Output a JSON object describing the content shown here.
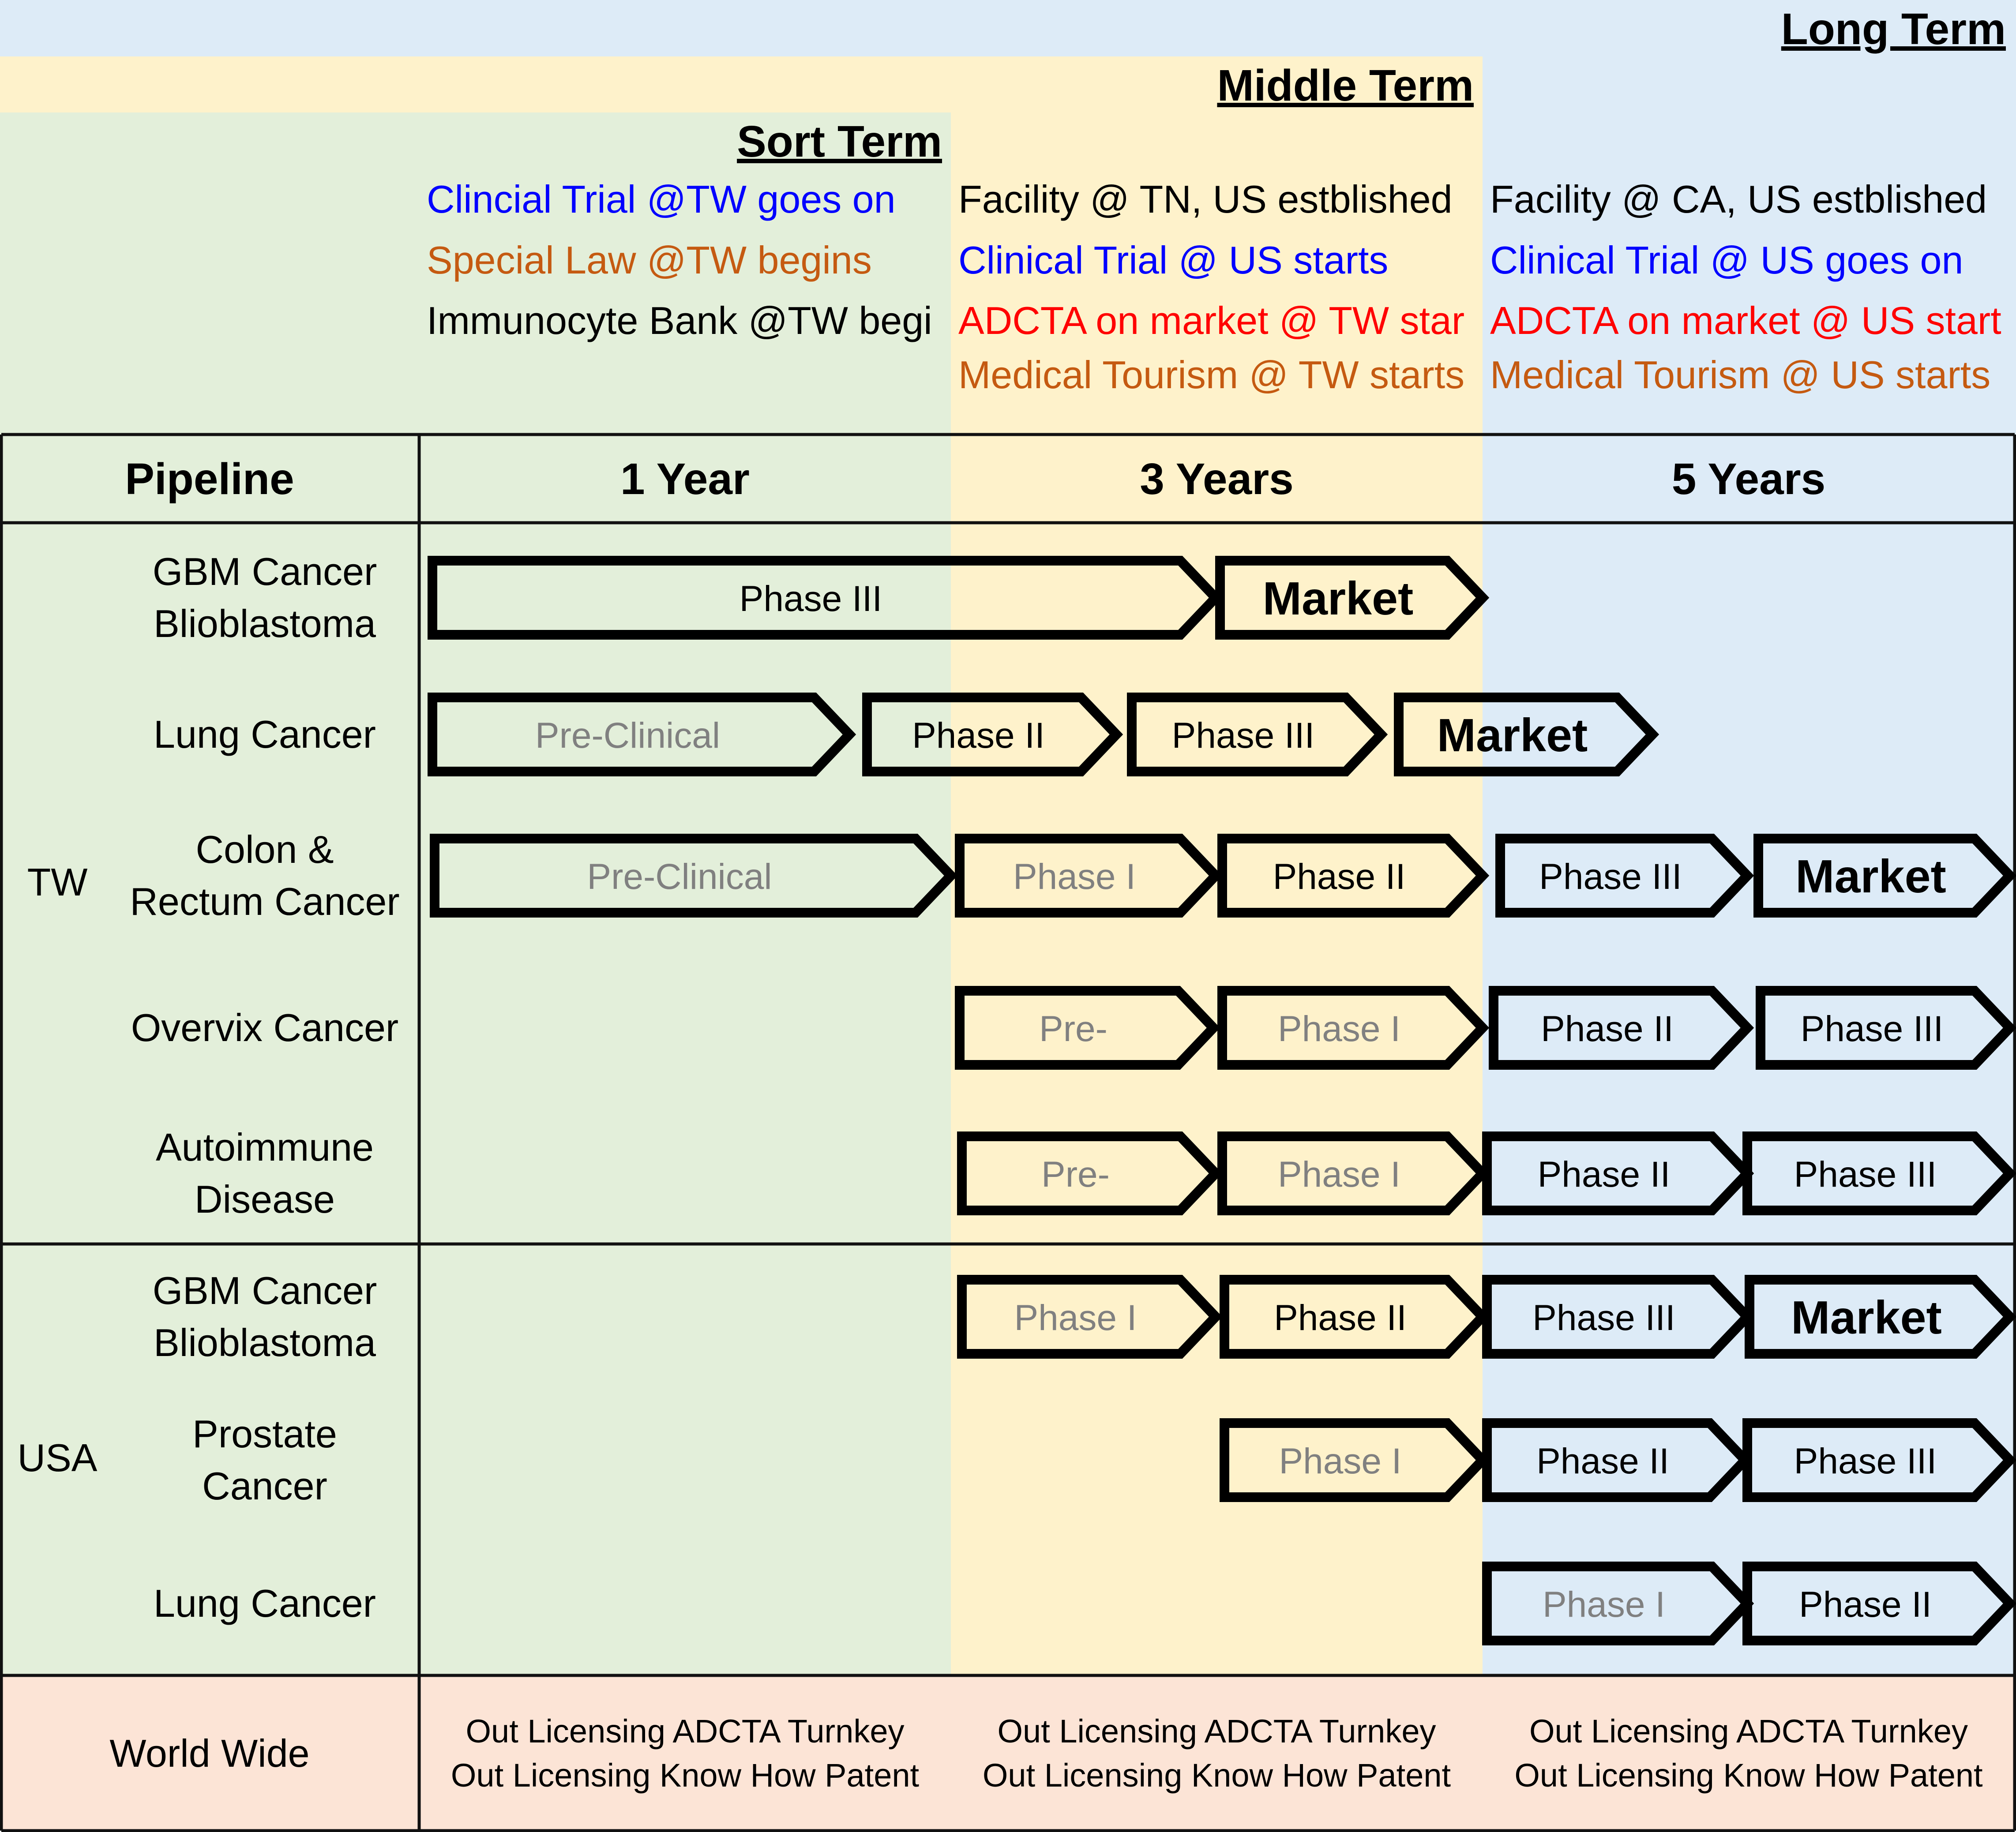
{
  "colors": {
    "short_bg": "#e3efda",
    "middle_bg": "#fef2cb",
    "long_bg": "#ddebf7",
    "worldwide_bg": "#fce4d6",
    "grid": "#111111",
    "blue": "#0000ff",
    "orange": "#c55a11",
    "red": "#ff0000",
    "black": "#000000",
    "gray": "#808080"
  },
  "terms": [
    {
      "id": "short",
      "title": "Sort Term"
    },
    {
      "id": "middle",
      "title": "Middle Term"
    },
    {
      "id": "long",
      "title": "Long Term"
    }
  ],
  "goals": {
    "short": [
      {
        "text": "Clincial Trial @TW goes on",
        "color": "blue"
      },
      {
        "text": "Special Law @TW begins",
        "color": "orange"
      },
      {
        "text": "Immunocyte Bank @TW begi",
        "color": "black"
      }
    ],
    "middle": [
      {
        "text": "Facility @ TN, US estblished",
        "color": "black"
      },
      {
        "text": "Clinical Trial @ US starts",
        "color": "blue"
      },
      {
        "text": "ADCTA on market @ TW star",
        "color": "red"
      },
      {
        "text": "Medical Tourism @ TW starts",
        "color": "orange"
      }
    ],
    "long": [
      {
        "text": "Facility @ CA, US estblished",
        "color": "black"
      },
      {
        "text": "Clinical Trial @ US goes on",
        "color": "blue"
      },
      {
        "text": "ADCTA on market @ US start",
        "color": "red"
      },
      {
        "text": "Medical Tourism @ US starts",
        "color": "orange"
      }
    ]
  },
  "header": {
    "pipeline": "Pipeline",
    "columns": [
      "1 Year",
      "3 Years",
      "5 Years"
    ]
  },
  "regions": [
    {
      "label": "TW",
      "rows": [
        {
          "label": [
            "GBM Cancer",
            "Blioblastoma"
          ],
          "stages": [
            {
              "label": "Phase III",
              "status": "active"
            },
            {
              "label": "Market",
              "status": "market"
            }
          ]
        },
        {
          "label": [
            "Lung Cancer"
          ],
          "stages": [
            {
              "label": "Pre-Clinical",
              "status": "planned"
            },
            {
              "label": "Phase II",
              "status": "active"
            },
            {
              "label": "Phase III",
              "status": "active"
            },
            {
              "label": "Market",
              "status": "market"
            }
          ]
        },
        {
          "label": [
            "Colon &",
            "Rectum Cancer"
          ],
          "stages": [
            {
              "label": "Pre-Clinical",
              "status": "planned"
            },
            {
              "label": "Phase I",
              "status": "planned"
            },
            {
              "label": "Phase II",
              "status": "active"
            },
            {
              "label": "Phase III",
              "status": "active"
            },
            {
              "label": "Market",
              "status": "market"
            }
          ]
        },
        {
          "label": [
            "Overvix Cancer"
          ],
          "stages": [
            {
              "label": "Pre-",
              "status": "planned"
            },
            {
              "label": "Phase I",
              "status": "planned"
            },
            {
              "label": "Phase II",
              "status": "active"
            },
            {
              "label": "Phase III",
              "status": "active"
            }
          ]
        },
        {
          "label": [
            "Autoimmune",
            "Disease"
          ],
          "stages": [
            {
              "label": "Pre-",
              "status": "planned"
            },
            {
              "label": "Phase I",
              "status": "planned"
            },
            {
              "label": "Phase II",
              "status": "active"
            },
            {
              "label": "Phase III",
              "status": "active"
            }
          ]
        }
      ]
    },
    {
      "label": "USA",
      "rows": [
        {
          "label": [
            "GBM Cancer",
            "Blioblastoma"
          ],
          "stages": [
            {
              "label": "Phase I",
              "status": "planned"
            },
            {
              "label": "Phase II",
              "status": "active"
            },
            {
              "label": "Phase III",
              "status": "active"
            },
            {
              "label": "Market",
              "status": "market"
            }
          ]
        },
        {
          "label": [
            "Prostate",
            "Cancer"
          ],
          "stages": [
            {
              "label": "Phase I",
              "status": "planned"
            },
            {
              "label": "Phase II",
              "status": "active"
            },
            {
              "label": "Phase III",
              "status": "active"
            }
          ]
        },
        {
          "label": [
            "Lung Cancer"
          ],
          "stages": [
            {
              "label": "Phase I",
              "status": "planned"
            },
            {
              "label": "Phase II",
              "status": "active"
            }
          ]
        }
      ]
    }
  ],
  "worldwide": {
    "label": "World Wide",
    "cells": [
      [
        "Out Licensing ADCTA Turnkey",
        "Out Licensing Know How Patent"
      ],
      [
        "Out Licensing ADCTA Turnkey",
        "Out Licensing Know How Patent"
      ],
      [
        "Out Licensing ADCTA Turnkey",
        "Out Licensing Know How Patent"
      ]
    ]
  }
}
